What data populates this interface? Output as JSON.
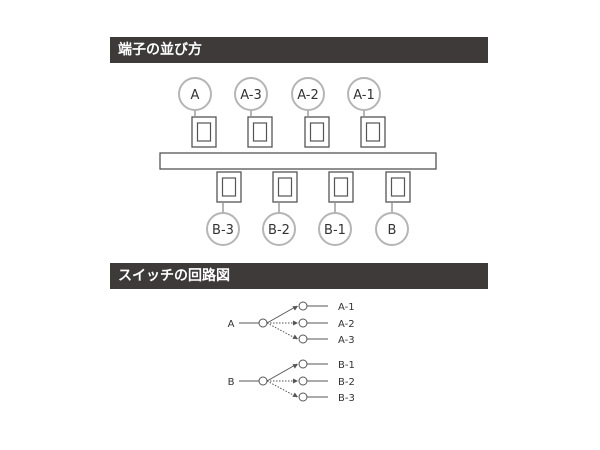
{
  "sections": {
    "terminal_layout_title": "端子の並び方",
    "switch_circuit_title": "スイッチの回路図"
  },
  "terminals": {
    "top": [
      "A",
      "A-3",
      "A-2",
      "A-1"
    ],
    "bottom": [
      "B-3",
      "B-2",
      "B-1",
      "B"
    ]
  },
  "circuit": {
    "groups": [
      {
        "input": "A",
        "outputs": [
          "A-1",
          "A-2",
          "A-3"
        ]
      },
      {
        "input": "B",
        "outputs": [
          "B-1",
          "B-2",
          "B-3"
        ]
      }
    ]
  },
  "colors": {
    "header_bg": "#3d3a39",
    "header_text": "#ffffff",
    "stroke": "#555555",
    "circle_stroke": "#b5b5b5"
  }
}
